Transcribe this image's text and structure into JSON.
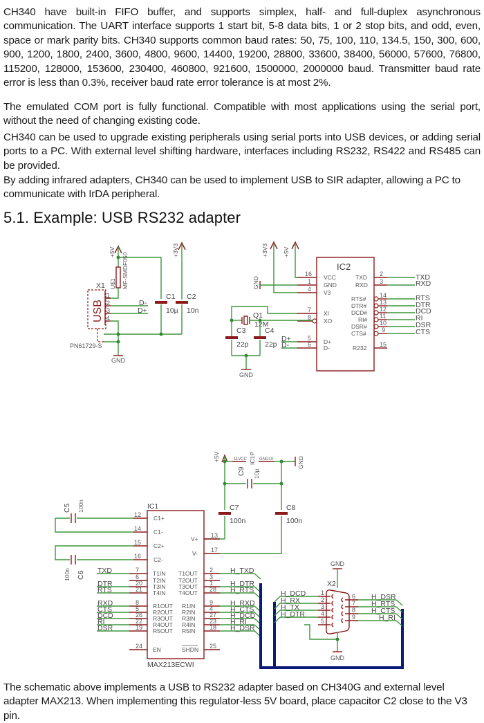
{
  "paragraphs": {
    "p1": "CH340 have built-in FIFO buffer, and supports simplex, half- and full-duplex asynchronous communication. The UART interface supports 1 start bit, 5-8 data bits, 1 or 2 stop bits, and odd, even, space or mark parity bits. CH340 supports common baud rates: 50, 75, 100, 110, 134.5, 150, 300, 600, 900, 1200, 1800, 2400, 3600, 4800, 9600, 14400, 19200, 28800, 33600, 38400, 56000, 57600, 76800, 115200, 128000, 153600, 230400, 460800, 921600, 1500000, 2000000 baud. Transmitter baud rate error is less than 0.3%, receiver baud rate error tolerance is at most 2%.",
    "p2": "The emulated COM port is fully functional. Compatible with most applications using the serial port, without the need of changing existing code.",
    "p3": "CH340 can be used to upgrade existing peripherals using serial ports into USB devices, or adding serial ports to a PC. With external level shifting hardware, interfaces including RS232, RS422 and RS485 can be provided.",
    "p4": "By adding infrared adapters, CH340 can be used to implement USB to SIR adapter, allowing a PC to communicate with IrDA peripheral.",
    "p5": "The schematic above implements a USB to RS232 adapter based on CH340G and external level adapter MAX213. When implementing this regulator-less 5V board, place capacitor C2 close to the V3 pin."
  },
  "section_heading": "5.1. Example: USB RS232 adapter",
  "schematic": {
    "usb_section": {
      "connector_ref": "X1",
      "connector_label": "USB",
      "connector_part": "PN61729-S",
      "fuse_ref": "U$1",
      "fuse_part": "MF-SMDF050",
      "rail_5v": "+5V",
      "rail_3v3": "+3V3",
      "gnd": "GND",
      "pins": [
        "1",
        "2",
        "3",
        "4"
      ],
      "net_dminus": "D-",
      "net_dplus": "D+",
      "c1_ref": "C1",
      "c1_value": "10µ",
      "c2_ref": "C2",
      "c2_value": "10n"
    },
    "ch340_section": {
      "ic_ref": "IC2",
      "rail_3v3": "+3V3",
      "rail_5v": "+5V",
      "gnd": "GND",
      "left_pins": [
        {
          "num": "16",
          "name": "VCC"
        },
        {
          "num": "1",
          "name": "GND"
        },
        {
          "num": "4",
          "name": "V3"
        },
        {
          "num": "7",
          "name": "XI"
        },
        {
          "num": "8",
          "name": "XO"
        },
        {
          "num": "5",
          "name": "D+"
        },
        {
          "num": "6",
          "name": "D-"
        }
      ],
      "right_pins": [
        {
          "num": "2",
          "name": "TXD",
          "net": "TXD"
        },
        {
          "num": "3",
          "name": "RXD",
          "net": "RXD"
        },
        {
          "num": "14",
          "name": "RTS#",
          "net": "RTS"
        },
        {
          "num": "13",
          "name": "DTR#",
          "net": "DTR"
        },
        {
          "num": "12",
          "name": "DCD#",
          "net": "DCD"
        },
        {
          "num": "11",
          "name": "RI#",
          "net": "RI"
        },
        {
          "num": "10",
          "name": "DSR#",
          "net": "DSR"
        },
        {
          "num": "9",
          "name": "CTS#",
          "net": "CTS"
        },
        {
          "num": "15",
          "name": "R232",
          "net": ""
        }
      ],
      "crystal_ref": "Q1",
      "crystal_value": "12M",
      "c3_ref": "C3",
      "c3_value": "22p",
      "c4_ref": "C4",
      "c4_value": "22p",
      "net_dplus": "D+",
      "net_dminus": "D-"
    },
    "max213_section": {
      "ic_ref": "IC1",
      "ic_part": "MAX213ECWI",
      "power_ref": "IC1P",
      "power_pin_vcc": "11VCC",
      "power_pin_gnd": "GND10",
      "rail_5v": "+5V",
      "gnd": "GND",
      "c5_ref": "C5",
      "c5_value": "100n",
      "c6_ref": "C6",
      "c6_value": "100n",
      "c7_ref": "C7",
      "c7_value": "100n",
      "c8_ref": "C8",
      "c8_value": "100n",
      "c9_ref": "C9",
      "c9_value": "10µ",
      "pump_pins": [
        {
          "num": "12",
          "name": "C1+"
        },
        {
          "num": "14",
          "name": "C1-"
        },
        {
          "num": "15",
          "name": "C2+"
        },
        {
          "num": "16",
          "name": "C2-"
        }
      ],
      "vplus": {
        "num": "13",
        "name": "V+"
      },
      "vminus": {
        "num": "17",
        "name": "V-"
      },
      "left_io": [
        {
          "num": "7",
          "name": "T1IN",
          "net": "TXD"
        },
        {
          "num": "6",
          "name": "T2IN",
          "net": ""
        },
        {
          "num": "20",
          "name": "T3IN",
          "net": "DTR"
        },
        {
          "num": "21",
          "name": "T4IN",
          "net": "RTS"
        },
        {
          "num": "8",
          "name": "R1OUT",
          "net": "RXD"
        },
        {
          "num": "5",
          "name": "R2OUT",
          "net": "CTS"
        },
        {
          "num": "26",
          "name": "R3OUT",
          "net": "DCD"
        },
        {
          "num": "22",
          "name": "R4OUT",
          "net": "RI"
        },
        {
          "num": "19",
          "name": "R5OUT",
          "net": "DSR"
        },
        {
          "num": "24",
          "name": "EN",
          "net": ""
        }
      ],
      "right_io": [
        {
          "num": "2",
          "name": "T1OUT",
          "net": "H_TXD"
        },
        {
          "num": "3",
          "name": "T2OUT",
          "net": ""
        },
        {
          "num": "1",
          "name": "T3OUT",
          "net": "H_DTR"
        },
        {
          "num": "28",
          "name": "T4OUT",
          "net": "H_RTS"
        },
        {
          "num": "9",
          "name": "R1IN",
          "net": "H_RXD"
        },
        {
          "num": "4",
          "name": "R2IN",
          "net": "H_CTS"
        },
        {
          "num": "27",
          "name": "R3IN",
          "net": "H_DCD"
        },
        {
          "num": "23",
          "name": "R4IN",
          "net": "H_RI"
        },
        {
          "num": "18",
          "name": "R5IN",
          "net": "H_DSR"
        },
        {
          "num": "25",
          "name": "SHDN",
          "net": ""
        }
      ]
    },
    "db9_section": {
      "ref": "X2",
      "gnd_top": "GND",
      "gnd_bottom": "GND",
      "left_pins": [
        {
          "num": "1",
          "net": "H_DCD"
        },
        {
          "num": "2",
          "net": "H_RX"
        },
        {
          "num": "3",
          "net": "H_TX"
        },
        {
          "num": "4",
          "net": "H_DTR"
        },
        {
          "num": "5",
          "net": ""
        }
      ],
      "right_pins": [
        {
          "num": "6",
          "net": "H_DSR"
        },
        {
          "num": "7",
          "net": "H_RTS"
        },
        {
          "num": "8",
          "net": "H_CTS"
        },
        {
          "num": "9",
          "net": "H_RI"
        }
      ]
    }
  }
}
